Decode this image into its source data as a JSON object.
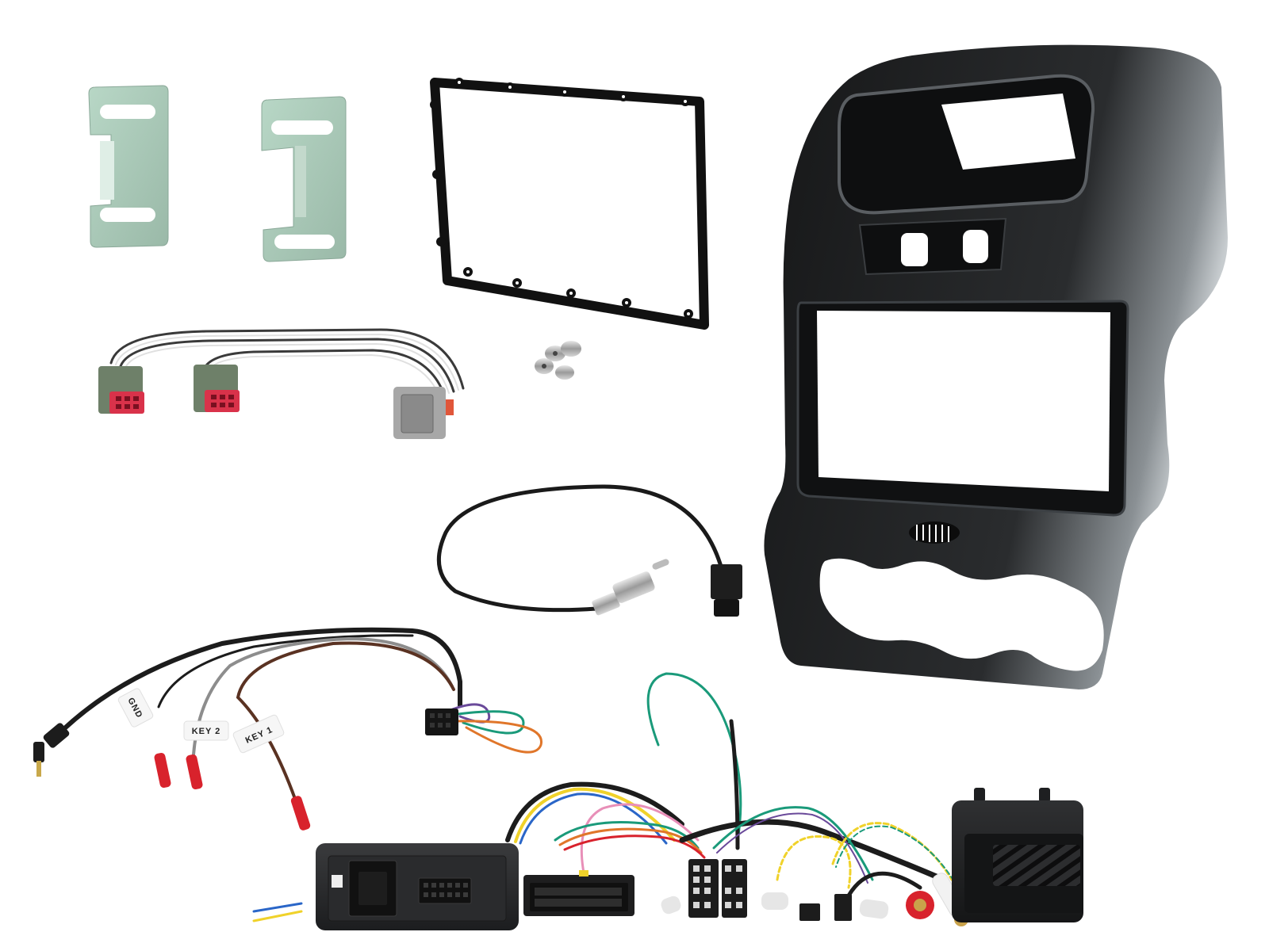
{
  "image": {
    "subject": "Car stereo double-DIN fitting kit components",
    "background": "#ffffff"
  },
  "components": {
    "mounting_brackets": {
      "name": "Metal mounting brackets",
      "count": 2,
      "color": "#a9c9b8"
    },
    "trim_ring": {
      "name": "Double-DIN trim surround",
      "color": "#111111"
    },
    "fascia": {
      "name": "Dash fascia panel",
      "color": "#1b1c1d",
      "highlight": "#9aa0a3"
    },
    "speaker_harness": {
      "name": "Speaker adapter harness",
      "connector_colors": [
        "#6e8069",
        "#d9324a",
        "#a7a7a7"
      ]
    },
    "screws": {
      "name": "Mounting screws",
      "count": 4,
      "color": "#b8b8b8"
    },
    "antenna_adapter": {
      "name": "Aerial adapter lead",
      "color": "#1a1a1a"
    },
    "steering_lead": {
      "name": "Steering control patch lead",
      "labels": {
        "gnd": "GND",
        "key2": "KEY 2",
        "key1": "KEY 1"
      },
      "wire_colors": {
        "black": "#1c1c1c",
        "grey": "#8d8d8d",
        "brown": "#5a3222",
        "purple": "#6a4a9a",
        "green": "#1a9a7a",
        "orange": "#e0762a"
      },
      "bullet_color": "#d8222c"
    },
    "steering_interface": {
      "name": "Steering control interface box",
      "color": "#2a2b2d"
    },
    "main_harness": {
      "name": "ISO / vehicle harness",
      "wire_colors": [
        "#f0d22a",
        "#2a66c8",
        "#e88fb8",
        "#1a9a7a",
        "#e0762a",
        "#d8222c",
        "#6a4a9a"
      ]
    },
    "rca_leads": {
      "red": "#d8222c",
      "white": "#f2f2f2"
    },
    "amp_box": {
      "name": "Amplifier interface box",
      "color": "#1e1f21"
    }
  }
}
